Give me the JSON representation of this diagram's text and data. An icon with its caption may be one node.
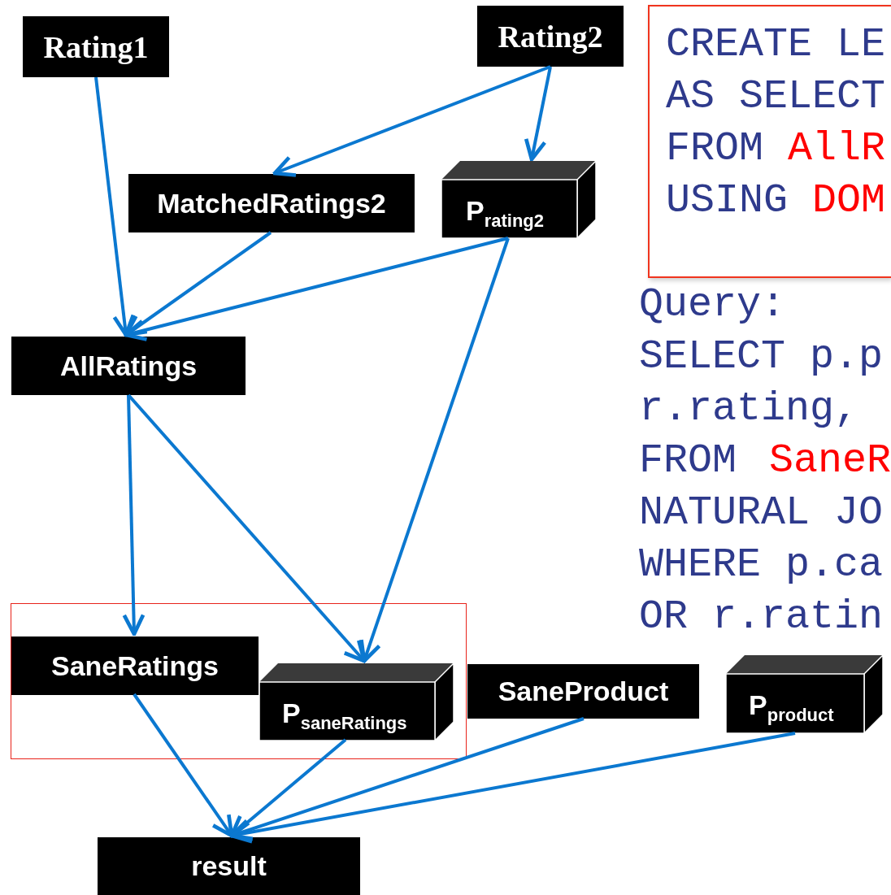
{
  "diagram": {
    "nodes": [
      {
        "text": [
          "Rating1"
        ]
      },
      {
        "text": [
          "Rating2"
        ]
      },
      {
        "text": [
          "MatchedRatings2"
        ]
      },
      {
        "text": [
          "P$_{rating2}$"
        ]
      },
      {
        "text": [
          "AllRatings"
        ]
      },
      {
        "text": [],
        "shape": "box"
      },
      {
        "text": [
          "SaneRatings"
        ],
        "in": 5
      },
      {
        "text": [
          "P$_{saneRatings}$"
        ],
        "in": 5
      },
      {
        "text": [
          "SaneProduct"
        ]
      },
      {
        "text": [
          "P$_{product}$"
        ]
      },
      {
        "text": [
          "result"
        ]
      },
      {
        "text": [
          "CREATE LE",
          "AS SELECT",
          "FROM",
          "AllR",
          "USING",
          "DOM"
        ]
      }
    ],
    "edges": [
      {
        "from": 0,
        "to": 4,
        "arrow": "to"
      },
      {
        "from": 1,
        "to": 2,
        "arrow": "to"
      },
      {
        "from": 1,
        "to": 3,
        "arrow": "to"
      },
      {
        "from": 2,
        "to": 4,
        "arrow": "to"
      },
      {
        "from": 3,
        "to": 4,
        "arrow": "to"
      },
      {
        "from": 3,
        "to": 7,
        "arrow": "to"
      },
      {
        "from": 4,
        "to": 6,
        "arrow": "to"
      },
      {
        "from": 4,
        "to": 7,
        "arrow": "to"
      },
      {
        "from": 6,
        "to": 10,
        "arrow": "to"
      },
      {
        "from": 7,
        "to": 10,
        "arrow": "to"
      },
      {
        "from": 8,
        "to": 10,
        "arrow": "to"
      },
      {
        "from": 9,
        "to": 10,
        "arrow": "to"
      }
    ],
    "labels": [
      "Query:",
      "SELECT p.p",
      "r.rating,",
      "FROM",
      "SaneR",
      "NATURAL JO",
      "WHERE p.ca",
      "OR r.ratin"
    ]
  }
}
